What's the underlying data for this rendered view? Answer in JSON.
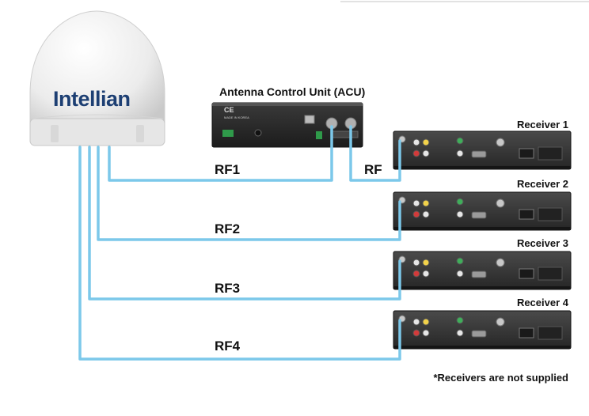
{
  "dome": {
    "brand": "Intellian"
  },
  "acu": {
    "title": "Antenna Control Unit (ACU)",
    "mark": "CE",
    "made_in": "MADE IN KOREA"
  },
  "cables": [
    {
      "label": "RF1"
    },
    {
      "label": "RF2"
    },
    {
      "label": "RF3"
    },
    {
      "label": "RF4"
    },
    {
      "label": "RF"
    }
  ],
  "receivers": [
    {
      "label": "Receiver 1"
    },
    {
      "label": "Receiver 2"
    },
    {
      "label": "Receiver 3"
    },
    {
      "label": "Receiver 4"
    }
  ],
  "footnote": "*Receivers are not supplied",
  "colors": {
    "cable": "#7cc8ea",
    "dome": "#f3f3f3",
    "brand": "#1d3f73",
    "device": "#2b2b2b"
  }
}
